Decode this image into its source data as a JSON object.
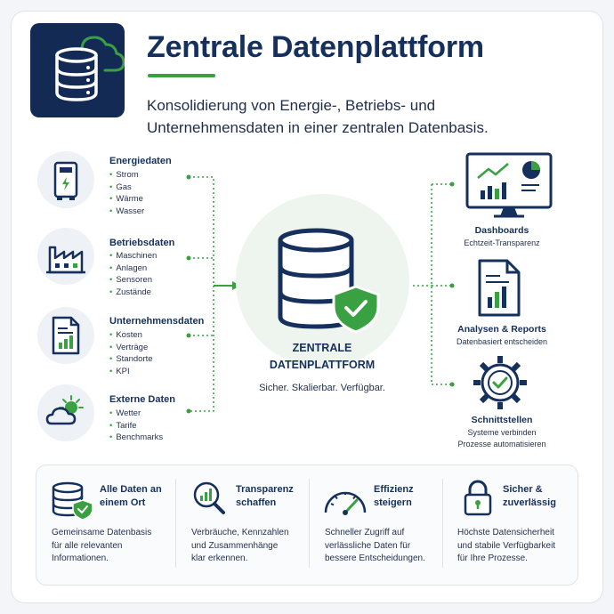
{
  "header": {
    "title": "Zentrale Datenplattform",
    "subtitle_line1": "Konsolidierung von Energie-, Betriebs- und",
    "subtitle_line2": "Unternehmensdaten in einer zentralen Datenbasis."
  },
  "sources": [
    {
      "title": "Energiedaten",
      "icon": "battery-meter-icon",
      "items": [
        "Strom",
        "Gas",
        "Wärme",
        "Wasser"
      ]
    },
    {
      "title": "Betriebsdaten",
      "icon": "factory-icon",
      "items": [
        "Maschinen",
        "Anlagen",
        "Sensoren",
        "Zustände"
      ]
    },
    {
      "title": "Unternehmensdaten",
      "icon": "report-document-icon",
      "items": [
        "Kosten",
        "Verträge",
        "Standorte",
        "KPI"
      ]
    },
    {
      "title": "Externe Daten",
      "icon": "weather-icon",
      "items": [
        "Wetter",
        "Tarife",
        "Benchmarks"
      ]
    }
  ],
  "center": {
    "title_line1": "ZENTRALE",
    "title_line2": "DATENPLATTFORM",
    "tagline": "Sicher. Skalierbar. Verfügbar."
  },
  "outputs": [
    {
      "title": "Dashboards",
      "icon": "monitor-chart-icon",
      "lines": [
        "Echtzeit-Transparenz"
      ]
    },
    {
      "title": "Analysen & Reports",
      "icon": "report-chart-icon",
      "lines": [
        "Datenbasiert entscheiden"
      ]
    },
    {
      "title": "Schnittstellen",
      "icon": "gear-check-icon",
      "lines": [
        "Systeme verbinden",
        "Prozesse automatisieren"
      ]
    }
  ],
  "features": [
    {
      "title_line1": "Alle Daten an",
      "title_line2": "einem Ort",
      "icon": "database-shield-icon",
      "desc": [
        "Gemeinsame Datenbasis",
        "für alle relevanten",
        "Informationen."
      ]
    },
    {
      "title_line1": "Transparenz",
      "title_line2": "schaffen",
      "icon": "magnifier-chart-icon",
      "desc": [
        "Verbräuche, Kennzahlen",
        "und Zusammenhänge",
        "klar erkennen."
      ]
    },
    {
      "title_line1": "Effizienz",
      "title_line2": "steigern",
      "icon": "speedometer-icon",
      "desc": [
        "Schneller Zugriff auf",
        "verlässliche Daten für",
        "bessere Entscheidungen."
      ]
    },
    {
      "title_line1": "Sicher &",
      "title_line2": "zuverlässig",
      "icon": "padlock-icon",
      "desc": [
        "Höchste Datensicherheit",
        "und stabile Verfügbarkeit",
        "für Ihre Prozesse."
      ]
    }
  ],
  "colors": {
    "navy": "#15305c",
    "green": "#3aa142",
    "light_bg": "#eef1f5"
  }
}
